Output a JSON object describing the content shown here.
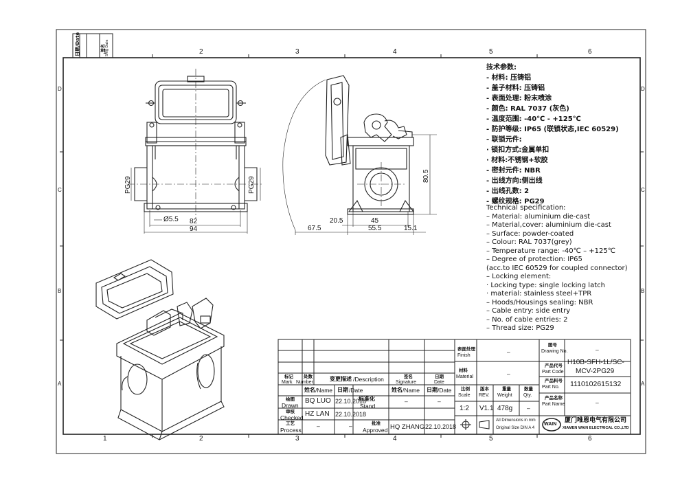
{
  "zones_top": [
    "1",
    "2",
    "3",
    "4",
    "5",
    "6"
  ],
  "zones_bottom": [
    "1",
    "2",
    "3",
    "4",
    "5",
    "6"
  ],
  "zones_side": [
    "D",
    "C",
    "B",
    "A"
  ],
  "margin_box": {
    "date": "日期/Date",
    "sign_cn": "签名",
    "sign_en": "Sing Date"
  },
  "dimensions": {
    "front": {
      "pg_left": "PG29",
      "pg_right": "PG29",
      "hole": "Ø5.5",
      "w1": "82",
      "w2": "94"
    },
    "side": {
      "d1": "20.5",
      "d2": "45",
      "d3": "67.5",
      "d4": "55.5",
      "d5": "15.1",
      "h": "80.5"
    }
  },
  "spec_cn": [
    "技术参数:",
    "- 材料: 压铸铝",
    "- 盖子材料: 压铸铝",
    "- 表面处理: 粉末喷涂",
    "- 颜色: RAL 7037 (灰色)",
    "- 温度范围: -40℃ - +125℃",
    "- 防护等级: IP65 (联锁状态,IEC 60529)",
    "- 联锁元件:",
    "    · 锁扣方式:金属单扣",
    "    · 材料:不锈钢+软胶",
    "- 密封元件: NBR",
    "- 出线方向:侧出线",
    "- 出线孔数: 2",
    "- 螺纹规格: PG29"
  ],
  "spec_en": [
    "Technical specification:",
    "– Material: aluminium die-cast",
    "– Material,cover: aluminium die-cast",
    "– Surface: powder-coated",
    "– Colour: RAL 7037(grey)",
    "– Temperature range: -40℃ – +125℃",
    "– Degree of protection: IP65",
    "   (acc.to IEC 60529 for coupled connector)",
    "– Locking element:",
    "    · Locking type: single locking latch",
    "    · material: stainless steel+TPR",
    "– Hoods/Housings sealing: NBR",
    "– Cable entry: side entry",
    "– No. of cable entries: 2",
    "– Thread size: PG29"
  ],
  "title_block": {
    "finish_cn": "表面处理",
    "finish_en": "Finish",
    "finish_val": "–",
    "material_cn": "材料",
    "material_en": "Material",
    "material_val": "–",
    "drawing_no_cn": "图号",
    "drawing_no_en": "Drawing No.",
    "drawing_no_val": "–",
    "part_code_cn": "产品代号",
    "part_code_en": "Part Code",
    "part_code_val1": "H10B-SFH-1L/SC-",
    "part_code_val2": "MCV-2PG29",
    "part_no_cn": "产品料号",
    "part_no_en": "Part No.",
    "part_no_val": "1110102615132",
    "part_name_cn": "产品名称",
    "part_name_en": "Part Name",
    "part_name_val": "–",
    "mark_cn": "标记",
    "mark_en": "Mark",
    "number_cn": "处数",
    "number_en": "Number",
    "desc_cn": "变更描述",
    "desc_en": "/Description",
    "sig_cn": "签名",
    "sig_en": "Signature",
    "date_cn": "日期",
    "date_en": "Date",
    "name_cn": "姓名",
    "name_en": "/Name",
    "date2_cn": "日期",
    "date2_en": "/Date",
    "stand_cn": "标准化",
    "stand_en": "Stand",
    "name3_cn": "姓名",
    "name3_en": "/Name",
    "date3_cn": "日期",
    "date3_en": "/Date",
    "scale_cn": "比例",
    "scale_en": "Scale",
    "scale_val": "1:2",
    "rev_cn": "版本",
    "rev_en": "REV.",
    "rev_val": "V1.1",
    "weight_cn": "重量",
    "weight_en": "Weight",
    "weight_val": "478g",
    "qty_cn": "数量",
    "qty_en": "Qty.",
    "qty_val": "–",
    "drawn_cn": "绘图",
    "drawn_en": "Drawn",
    "drawn_name": "BQ  LUO",
    "drawn_date": "22.10.2018",
    "checked_cn": "审核",
    "checked_en": "Checked",
    "checked_name": "HZ  LAN",
    "checked_date": "22.10.2018",
    "process_cn": "工艺",
    "process_en": "Process",
    "process_name": "–",
    "process_date": "–",
    "approved_cn": "批准",
    "approved_en": "Approved",
    "approved_name": "HQ  ZHANG",
    "approved_date": "22.10.2018",
    "stand_name": "–",
    "stand_date": "–",
    "dim_note1": "All Dimensions in mm",
    "dim_note2": "Original Size DIN A 4",
    "company_cn": "厦门唯恩电气有限公司",
    "company_en": "XIAMEN WAIN ELECTRICAL CO.,LTD",
    "logo_text": "WAIN"
  }
}
